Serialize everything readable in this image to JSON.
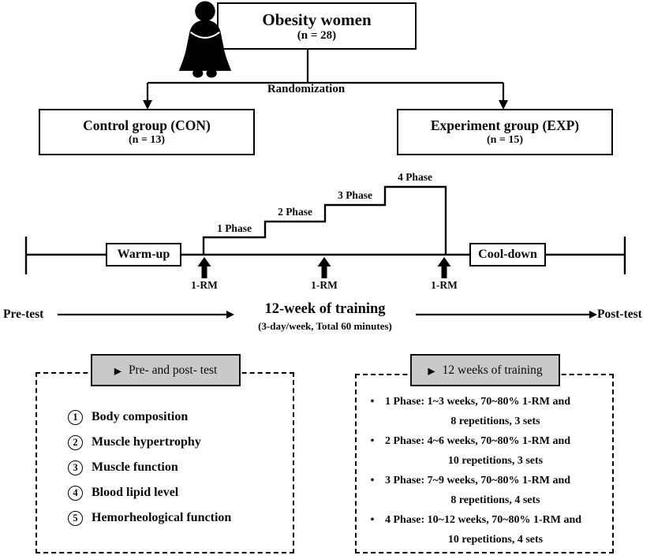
{
  "figure": {
    "top_box": {
      "title": "Obesity women",
      "subtitle": "(n = 28)"
    },
    "randomization": "Randomization",
    "control_box": {
      "title": "Control group (CON)",
      "subtitle": "(n = 13)"
    },
    "experiment_box": {
      "title": "Experiment group (EXP)",
      "subtitle": "(n = 15)"
    },
    "phases": [
      "1 Phase",
      "2 Phase",
      "3 Phase",
      "4 Phase"
    ],
    "warmup": "Warm-up",
    "cooldown": "Cool-down",
    "rm": [
      "1-RM",
      "1-RM",
      "1-RM"
    ],
    "pretest": "Pre-test",
    "posttest": "Post-test",
    "training": {
      "title": "12-week of training",
      "subtitle": "(3-day/week, Total 60 minutes)"
    },
    "marker": "▶",
    "bullet": "•",
    "left_panel": {
      "header": "Pre- and post- test",
      "items": [
        {
          "num": "1",
          "label": "Body composition"
        },
        {
          "num": "2",
          "label": "Muscle hypertrophy"
        },
        {
          "num": "3",
          "label": "Muscle function"
        },
        {
          "num": "4",
          "label": "Blood lipid level"
        },
        {
          "num": "5",
          "label": "Hemorheological function"
        }
      ]
    },
    "right_panel": {
      "header": "12 weeks of training",
      "items": [
        {
          "line1": "1 Phase: 1~3 weeks, 70~80% 1-RM and",
          "line2": "8 repetitions, 3 sets"
        },
        {
          "line1": "2 Phase: 4~6 weeks, 70~80% 1-RM and",
          "line2": "10 repetitions, 3 sets"
        },
        {
          "line1": "3 Phase: 7~9 weeks, 70~80% 1-RM and",
          "line2": "8 repetitions, 4 sets"
        },
        {
          "line1": "4 Phase: 10~12 weeks, 70~80% 1-RM and",
          "line2": "10 repetitions, 4 sets"
        }
      ]
    },
    "colors": {
      "header_bg": "#c9c9c9",
      "ink": "#000000"
    }
  }
}
